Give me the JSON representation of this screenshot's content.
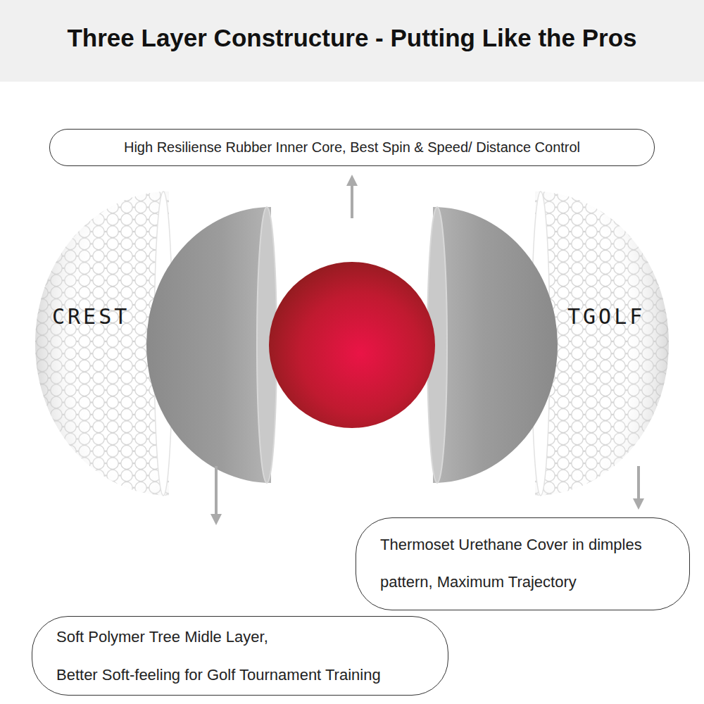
{
  "diagram": {
    "title": "Three Layer Constructure - Putting Like the Pros",
    "nodes": [
      {
        "text": [
          "High Resiliense Rubber Inner Core, Best Spin & Speed/ Distance Control"
        ]
      },
      {
        "text": [
          "Thermoset Urethane Cover in dimples pattern, Maximum Trajectory"
        ]
      },
      {
        "text": [
          "Soft Polymer Tree Midle Layer,",
          "Better Soft-feeling for Golf Tournament Training"
        ]
      }
    ],
    "labels": [
      "CREST",
      "TGOLF"
    ]
  }
}
